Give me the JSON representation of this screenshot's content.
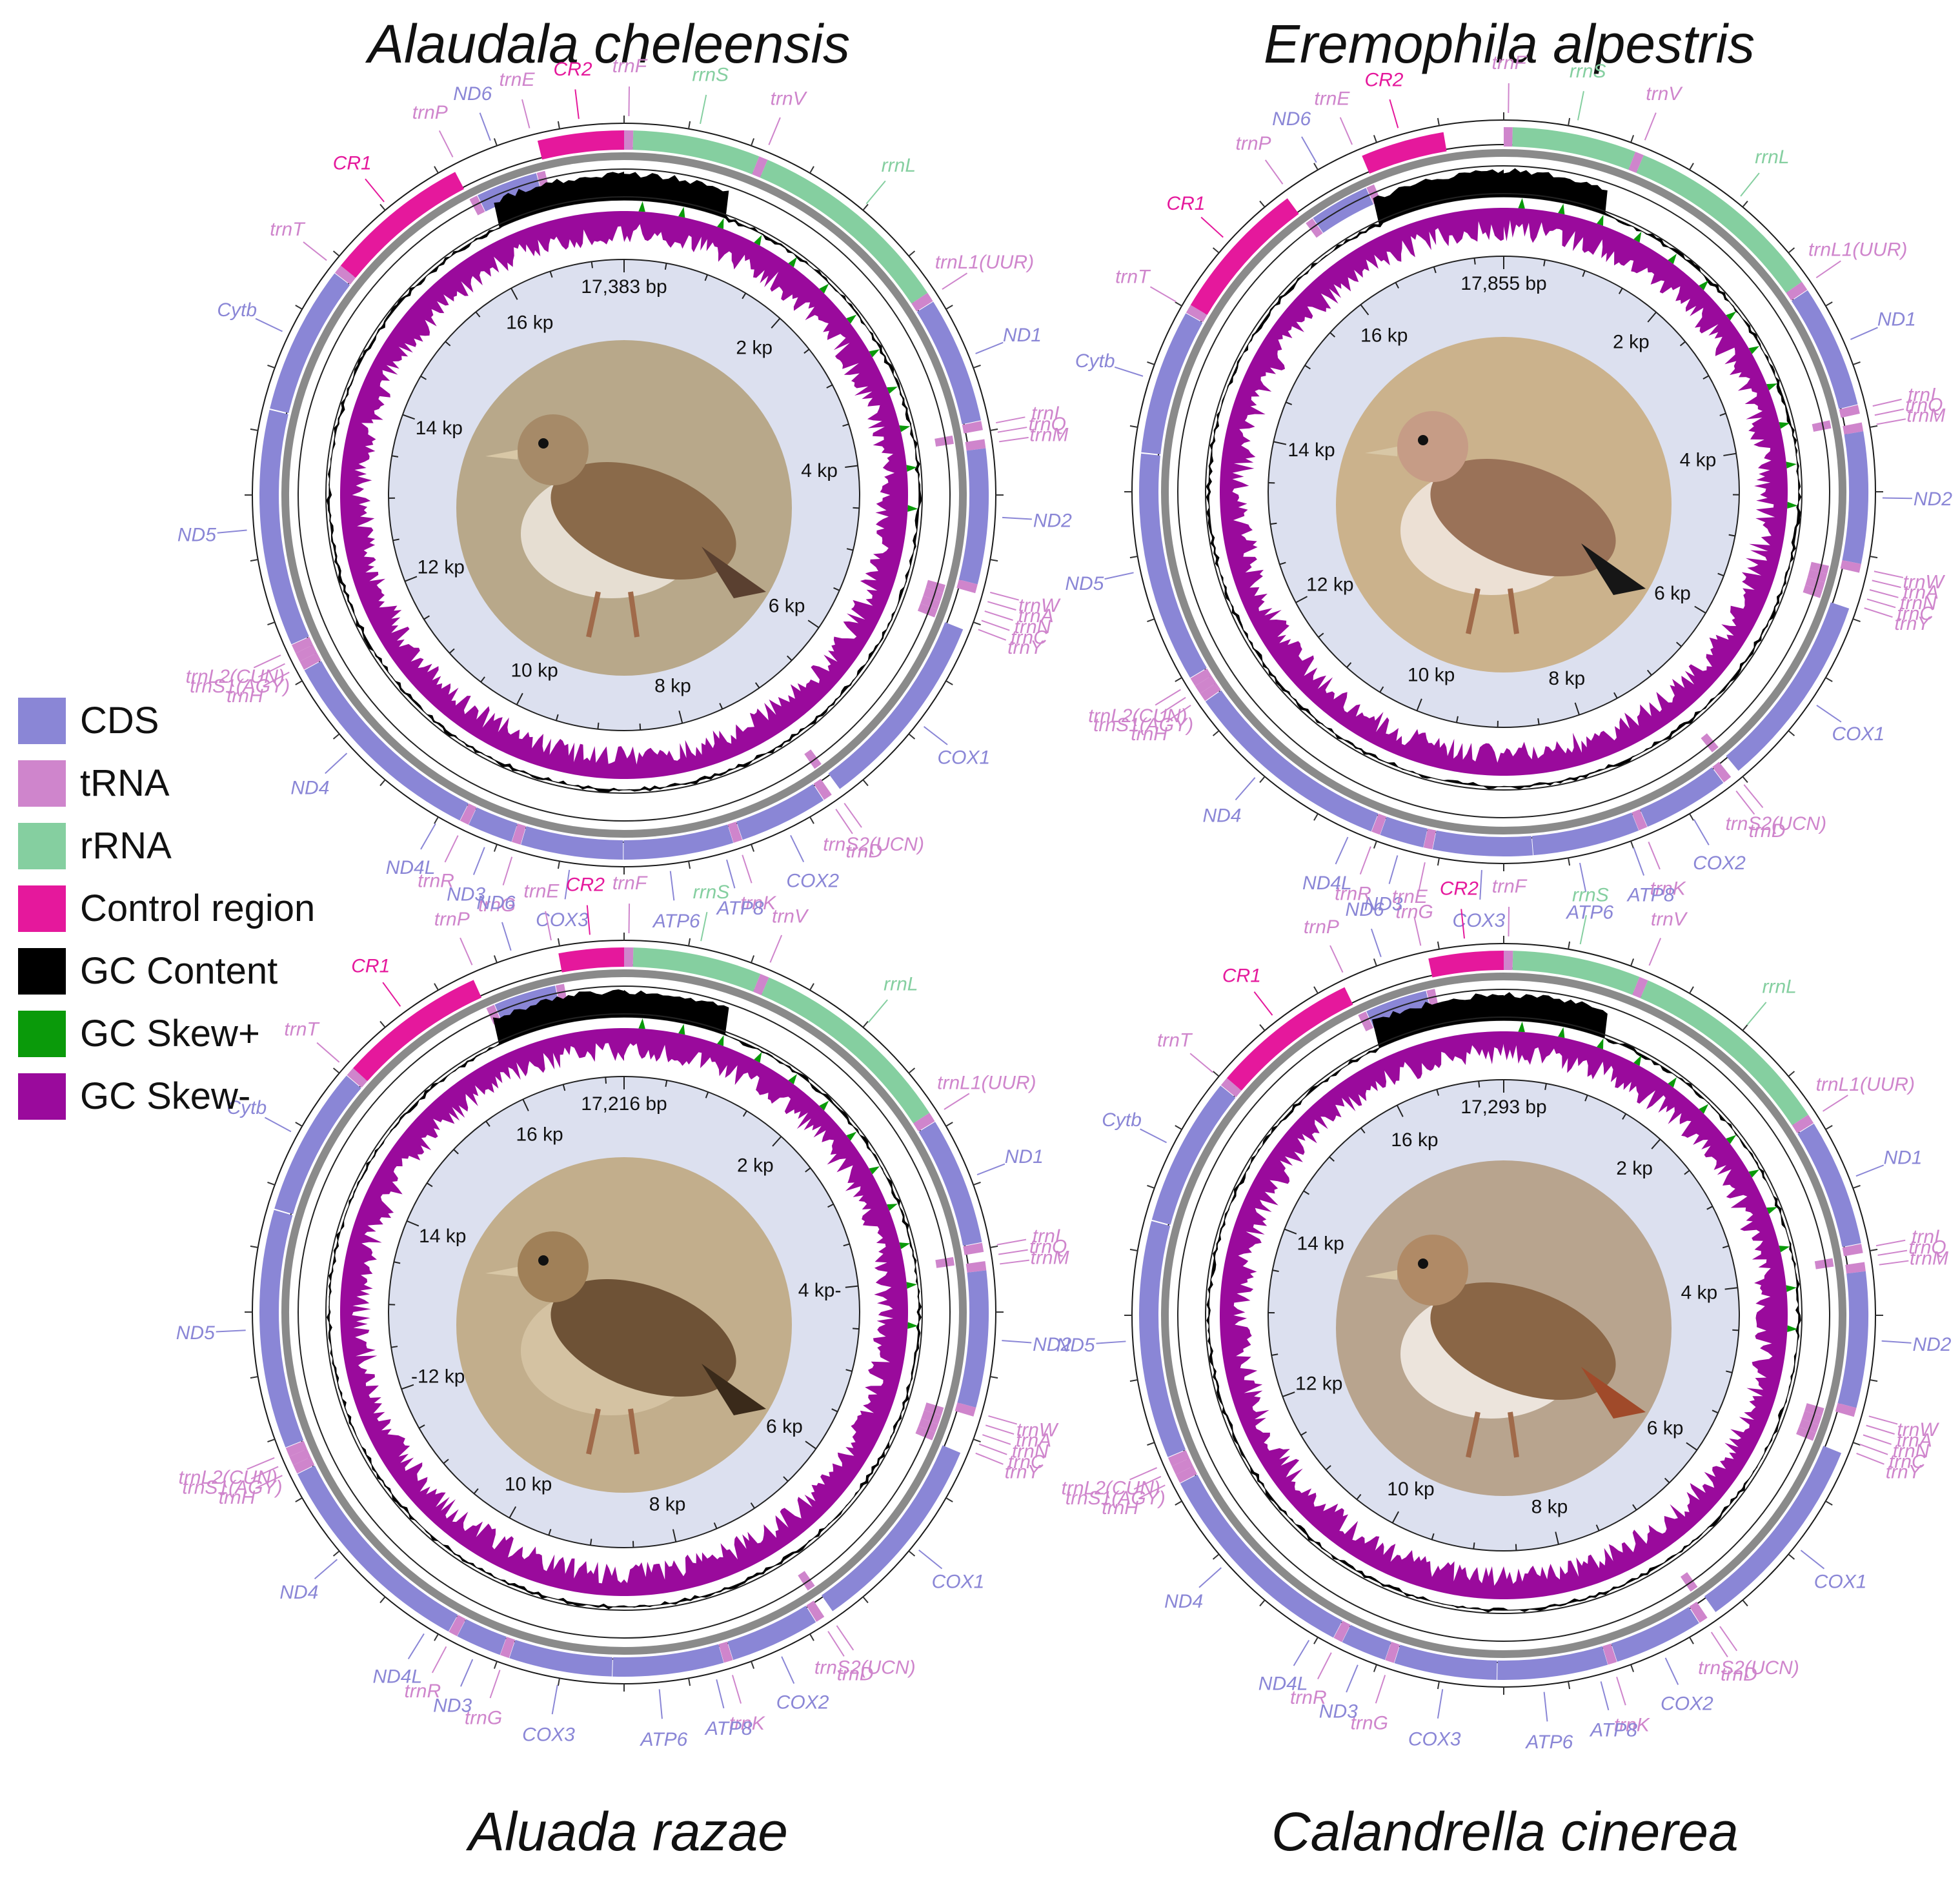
{
  "colors": {
    "CDS": "#8a86d6",
    "tRNA": "#cf85cc",
    "rRNA": "#85cfa0",
    "control": "#e5189c",
    "gc_content": "#000000",
    "gc_skew_plus": "#0a9a0a",
    "gc_skew_minus": "#9a0a9c",
    "backbone": "#8a8a8a",
    "inner_disk": "#dce0ef"
  },
  "legend": [
    {
      "label": "CDS",
      "color_key": "CDS"
    },
    {
      "label": "tRNA",
      "color_key": "tRNA"
    },
    {
      "label": "rRNA",
      "color_key": "rRNA"
    },
    {
      "label": "Control region",
      "color_key": "control"
    },
    {
      "label": "GC Content",
      "color_key": "gc_content"
    },
    {
      "label": "GC Skew+",
      "color_key": "gc_skew_plus"
    },
    {
      "label": "GC Skew-",
      "color_key": "gc_skew_minus"
    }
  ],
  "genes": [
    {
      "name": "trnF",
      "type": "tRNA",
      "strand": "+",
      "start": 0,
      "end": 70
    },
    {
      "name": "rrnS",
      "type": "rRNA",
      "strand": "+",
      "start": 70,
      "end": 1050
    },
    {
      "name": "trnV",
      "type": "tRNA",
      "strand": "+",
      "start": 1050,
      "end": 1120
    },
    {
      "name": "rrnL",
      "type": "rRNA",
      "strand": "+",
      "start": 1120,
      "end": 2720
    },
    {
      "name": "trnL1(UUR)",
      "type": "tRNA",
      "strand": "+",
      "start": 2720,
      "end": 2795
    },
    {
      "name": "ND1",
      "type": "CDS",
      "strand": "+",
      "start": 2800,
      "end": 3775
    },
    {
      "name": "trnI",
      "type": "tRNA",
      "strand": "+",
      "start": 3780,
      "end": 3850
    },
    {
      "name": "trnQ",
      "type": "tRNA",
      "strand": "-",
      "start": 3850,
      "end": 3920
    },
    {
      "name": "trnM",
      "type": "tRNA",
      "strand": "+",
      "start": 3920,
      "end": 3990
    },
    {
      "name": "ND2",
      "type": "CDS",
      "strand": "+",
      "start": 3990,
      "end": 5030
    },
    {
      "name": "trnW",
      "type": "tRNA",
      "strand": "+",
      "start": 5030,
      "end": 5100
    },
    {
      "name": "trnA",
      "type": "tRNA",
      "strand": "-",
      "start": 5100,
      "end": 5170
    },
    {
      "name": "trnN",
      "type": "tRNA",
      "strand": "-",
      "start": 5170,
      "end": 5245
    },
    {
      "name": "trnC",
      "type": "tRNA",
      "strand": "-",
      "start": 5245,
      "end": 5315
    },
    {
      "name": "trnY",
      "type": "tRNA",
      "strand": "-",
      "start": 5315,
      "end": 5385
    },
    {
      "name": "COX1",
      "type": "CDS",
      "strand": "+",
      "start": 5390,
      "end": 6940
    },
    {
      "name": "trnS2(UCN)",
      "type": "tRNA",
      "strand": "-",
      "start": 6940,
      "end": 7010
    },
    {
      "name": "trnD",
      "type": "tRNA",
      "strand": "+",
      "start": 7015,
      "end": 7085
    },
    {
      "name": "COX2",
      "type": "CDS",
      "strand": "+",
      "start": 7090,
      "end": 7775
    },
    {
      "name": "trnK",
      "type": "tRNA",
      "strand": "+",
      "start": 7778,
      "end": 7848
    },
    {
      "name": "ATP8",
      "type": "CDS",
      "strand": "+",
      "start": 7850,
      "end": 8015
    },
    {
      "name": "ATP6",
      "type": "CDS",
      "strand": "+",
      "start": 8010,
      "end": 8695
    },
    {
      "name": "COX3",
      "type": "CDS",
      "strand": "+",
      "start": 8700,
      "end": 9485
    },
    {
      "name": "trnG",
      "type": "tRNA",
      "strand": "+",
      "start": 9488,
      "end": 9558
    },
    {
      "name": "ND3",
      "type": "CDS",
      "strand": "+",
      "start": 9560,
      "end": 9910
    },
    {
      "name": "trnR",
      "type": "tRNA",
      "strand": "+",
      "start": 9912,
      "end": 9982
    },
    {
      "name": "ND4L",
      "type": "CDS",
      "strand": "+",
      "start": 9985,
      "end": 10280
    },
    {
      "name": "ND4",
      "type": "CDS",
      "strand": "+",
      "start": 10275,
      "end": 11650
    },
    {
      "name": "trnH",
      "type": "tRNA",
      "strand": "+",
      "start": 11655,
      "end": 11725
    },
    {
      "name": "trnS1(AGY)",
      "type": "tRNA",
      "strand": "+",
      "start": 11725,
      "end": 11795
    },
    {
      "name": "trnL2(CUN)",
      "type": "tRNA",
      "strand": "+",
      "start": 11795,
      "end": 11865
    },
    {
      "name": "ND5",
      "type": "CDS",
      "strand": "+",
      "start": 11870,
      "end": 13690
    },
    {
      "name": "Cytb",
      "type": "CDS",
      "strand": "+",
      "start": 13700,
      "end": 14845
    },
    {
      "name": "trnT",
      "type": "tRNA",
      "strand": "+",
      "start": 14850,
      "end": 14920
    },
    {
      "name": "CR1",
      "type": "control",
      "strand": "+",
      "start": 14920,
      "end": 16050
    },
    {
      "name": "trnP",
      "type": "tRNA",
      "strand": "-",
      "start": 16050,
      "end": 16120
    },
    {
      "name": "ND6",
      "type": "CDS",
      "strand": "-",
      "start": 16125,
      "end": 16645
    },
    {
      "name": "trnE",
      "type": "tRNA",
      "strand": "-",
      "start": 16650,
      "end": 16720
    },
    {
      "name": "CR2",
      "type": "control",
      "strand": "+",
      "start": 16720,
      "end": 17383
    }
  ],
  "maps": [
    {
      "species": "Alaudala cheleensis",
      "genome_length": "17,383 bp",
      "length_value": 17383,
      "tick_labels": [
        "2 kp",
        "4 kp",
        "6 kp",
        "8 kp",
        "10 kp",
        "12 kp",
        "14 kp",
        "16 kp"
      ],
      "photo": "bird-photo-lark",
      "plumage": {
        "body": "#a68a68",
        "belly": "#e6ded2",
        "wing": "#8a6a4a",
        "dark": "#5a4030",
        "bg": "#b8a88a"
      }
    },
    {
      "species": "Eremophila alpestris",
      "genome_length": "17,855 bp",
      "length_value": 17855,
      "tick_labels": [
        "2 kp",
        "4 kp",
        "6 kp",
        "8 kp",
        "10 kp",
        "12 kp",
        "14 kp",
        "16 kp"
      ],
      "photo": "bird-photo-horned-lark",
      "plumage": {
        "body": "#c69c86",
        "belly": "#ece0d4",
        "wing": "#9a7258",
        "dark": "#161616",
        "bg": "#cbb28c"
      }
    },
    {
      "species": "Aluada razae",
      "genome_length": "17,216 bp",
      "length_value": 17216,
      "tick_labels": [
        "2 kp",
        "4 kp-",
        "6 kp",
        "8 kp",
        "10 kp",
        "-12 kp",
        "14 kp",
        "16 kp"
      ],
      "photo": "bird-photo-raso-lark",
      "plumage": {
        "body": "#a08058",
        "belly": "#d4c2a2",
        "wing": "#6e5236",
        "dark": "#3a2a1a",
        "bg": "#c2ae8c"
      }
    },
    {
      "species": "Calandrella cinerea",
      "genome_length": "17,293 bp",
      "length_value": 17293,
      "tick_labels": [
        "2 kp",
        "4 kp",
        "6 kp",
        "8 kp",
        "10 kp",
        "12 kp",
        "14 kp",
        "16 kp"
      ],
      "photo": "bird-photo-red-capped-lark",
      "plumage": {
        "body": "#b08a66",
        "belly": "#ece4dc",
        "wing": "#8a6646",
        "dark": "#a04a2a",
        "bg": "#b8a48e"
      }
    }
  ]
}
